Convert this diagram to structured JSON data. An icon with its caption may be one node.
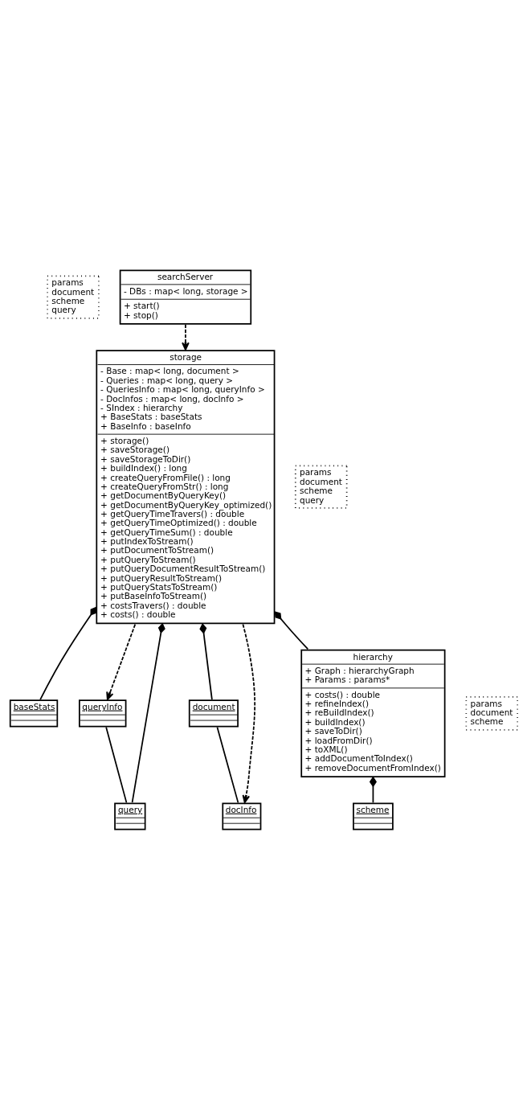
{
  "diagram": {
    "nodes": [
      {
        "text": [
          "params",
          "document",
          "scheme",
          "query"
        ]
      },
      {
        "text": [
          "searchServer",
          "- DBs : map< long, storage >",
          "+ start()",
          "+ stop()"
        ]
      },
      {
        "text": [
          "params",
          "document",
          "scheme",
          "query"
        ]
      },
      {
        "text": [
          "storage",
          "- Base : map< long, document >",
          "- Queries : map< long, query >",
          "- QueriesInfo : map< long, queryInfo >",
          "- DocInfos : map< long, docInfo >",
          "- SIndex : hierarchy",
          "+ BaseStats : baseStats",
          "+ BaseInfo : baseInfo",
          "+ storage()",
          "+ saveStorage()",
          "+ saveStorageToDir()",
          "+ buildIndex() : long",
          "+ createQueryFromFile() : long",
          "+ createQueryFromStr() : long",
          "+ getDocumentByQueryKey()",
          "+ getDocumentByQueryKey_optimized()",
          "+ getQueryTimeTravers() : double",
          "+ getQueryTimeOptimized() : double",
          "+ getQueryTimeSum() : double",
          "+ putIndexToStream()",
          "+ putDocumentToStream()",
          "+ putQueryToStream()",
          "+ putQueryDocumentResultToStream()",
          "+ putQueryResultToStream()",
          "+ putQueryStatsToStream()",
          "+ putBaseInfoToStream()",
          "+ costsTravers() : double",
          "+ costs() : double"
        ]
      },
      {
        "text": [
          "baseStats"
        ]
      },
      {
        "text": [
          "queryInfo"
        ]
      },
      {
        "text": [
          "query"
        ]
      },
      {
        "text": [
          "document"
        ]
      },
      {
        "text": [
          "docInfo"
        ]
      },
      {
        "text": [
          "params",
          "document",
          "scheme"
        ]
      },
      {
        "text": [
          "hierarchy",
          "+ Graph : hierarchyGraph",
          "+ Params : params*",
          "+ costs() : double",
          "+ refineIndex()",
          "+ reBuildIndex()",
          "+ buildIndex()",
          "+ saveToDir()",
          "+ loadFromDir()",
          "+ toXML()",
          "+ addDocumentToIndex()",
          "+ removeDocumentFromIndex()"
        ]
      },
      {
        "text": [
          "scheme"
        ]
      }
    ],
    "edges": [
      {
        "from": 1,
        "to": 3,
        "arrow": "to",
        "style": "dashed"
      },
      {
        "from": 3,
        "to": 4,
        "arrow": "other"
      },
      {
        "from": 3,
        "to": 5,
        "arrow": "to",
        "style": "dashed"
      },
      {
        "from": 5,
        "to": 6,
        "arrow": "none"
      },
      {
        "from": 3,
        "to": 6,
        "arrow": "other"
      },
      {
        "from": 3,
        "to": 7,
        "arrow": "other"
      },
      {
        "from": 7,
        "to": 8,
        "arrow": "none"
      },
      {
        "from": 3,
        "to": 8,
        "arrow": "to",
        "style": "dashed"
      },
      {
        "from": 3,
        "to": 10,
        "arrow": "other"
      },
      {
        "from": 10,
        "to": 11,
        "arrow": "other"
      }
    ]
  }
}
